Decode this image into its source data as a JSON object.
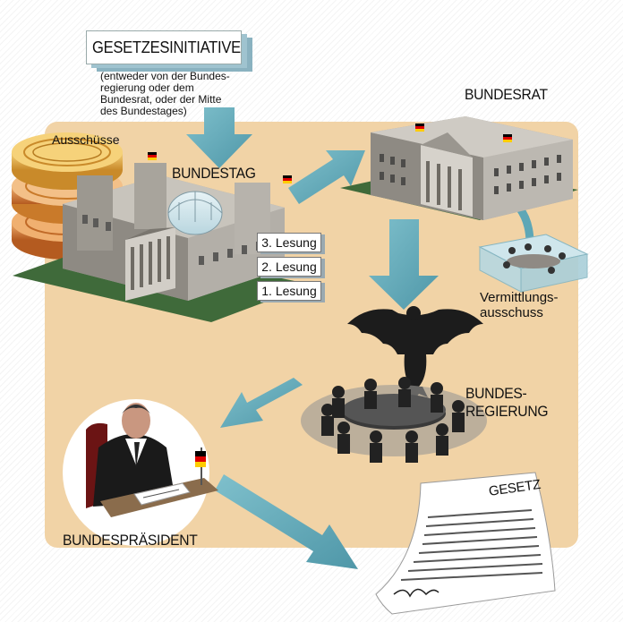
{
  "initiative": {
    "title": "GESETZESINITIATIVE",
    "note_lines": [
      "(entweder von der Bundes-",
      "regierung oder dem",
      "Bundesrat, oder der Mitte",
      "des Bundestages)"
    ]
  },
  "labels": {
    "ausschuesse": "Ausschüsse",
    "bundestag": "BUNDESTAG",
    "bundesrat": "BUNDESRAT",
    "vermittlung_1": "Vermittlungs-",
    "vermittlung_2": "ausschuss",
    "regierung_1": "BUNDES-",
    "regierung_2": "REGIERUNG",
    "praesident": "BUNDESPRÄSIDENT",
    "gesetz": "GESETZ"
  },
  "lesungen": [
    "3. Lesung",
    "2. Lesung",
    "1. Lesung"
  ],
  "colors": {
    "background_panel": "#f1d3a6",
    "arrow": "#5ea7b6",
    "building": "#9a9690",
    "lawn": "#3f6a3a",
    "flag_black": "#000000",
    "flag_red": "#dd0000",
    "flag_gold": "#ffcc00"
  }
}
